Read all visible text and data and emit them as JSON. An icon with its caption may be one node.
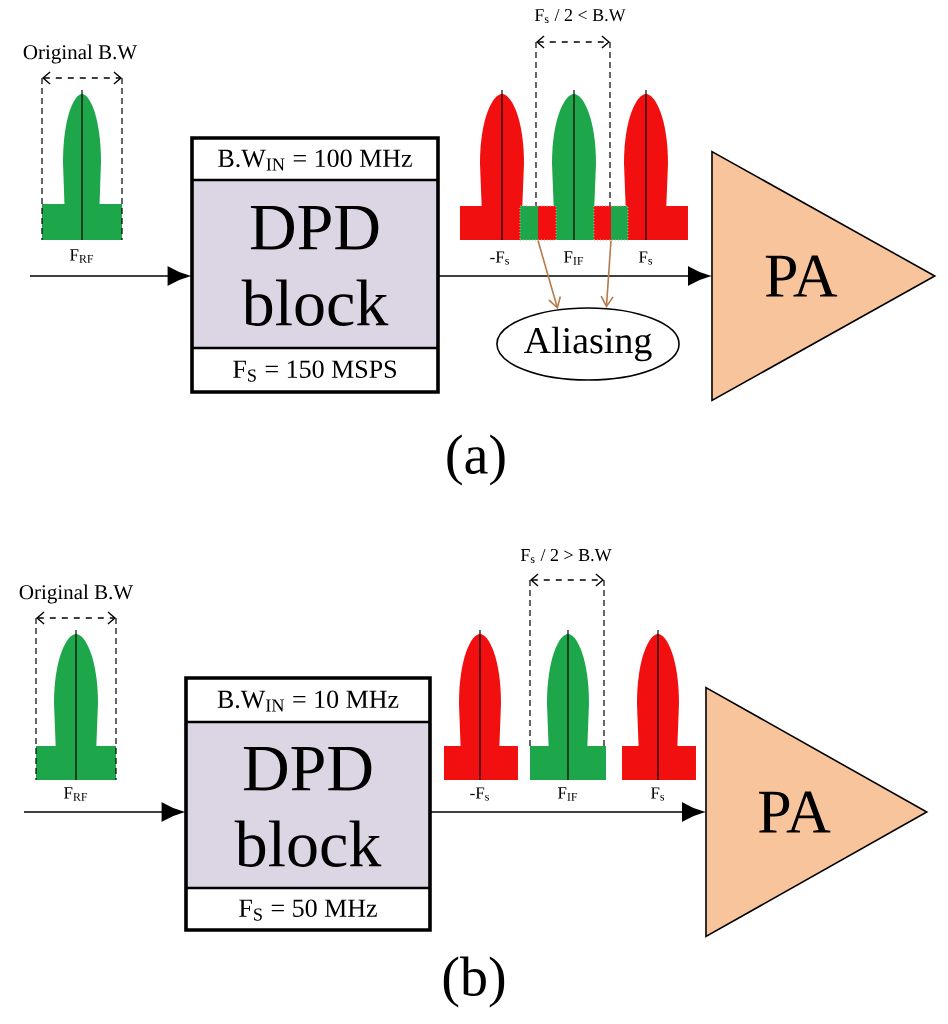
{
  "diagram": {
    "nodes": [
      {
        "text": [
          "B.W$_{IN}$ = 100 MHz",
          "DPD block",
          "F$_{S}$ = 150 MSPS"
        ]
      },
      {
        "text": [],
        "shape": "box"
      },
      {
        "text": [],
        "shape": "box"
      },
      {
        "text": [
          "Aliasing"
        ]
      },
      {
        "text": [
          "PA"
        ]
      },
      {
        "text": [
          "B.W$_{IN}$ = 10 MHz",
          "DPD block",
          "F$_{S}$ = 50 MHz"
        ]
      },
      {
        "text": [
          "PA"
        ]
      }
    ],
    "edges": [
      {
        "from": null,
        "to": 0,
        "arrow": "to"
      },
      {
        "from": 0,
        "to": 4,
        "arrow": "to"
      },
      {
        "from": 1,
        "to": 3,
        "arrow": "to",
        "color": "#b97a4a"
      },
      {
        "from": 2,
        "to": 3,
        "arrow": "to",
        "color": "#b97a4a"
      },
      {
        "from": null,
        "to": 5,
        "arrow": "to"
      },
      {
        "from": 5,
        "to": 6,
        "arrow": "to"
      }
    ],
    "labels": [
      "F$_{s}$ / 2 < B.W",
      "Original B.W",
      "F$_{RF}$",
      "-F$_{s}$",
      "F$_{IF}$",
      "F$_{s}$",
      "(a)",
      "F$_{s}$ / 2 > B.W",
      "Original B.W",
      "F$_{RF}$",
      "-F$_{s}$",
      "F$_{IF}$",
      "F$_{s}$",
      "(b)"
    ]
  }
}
